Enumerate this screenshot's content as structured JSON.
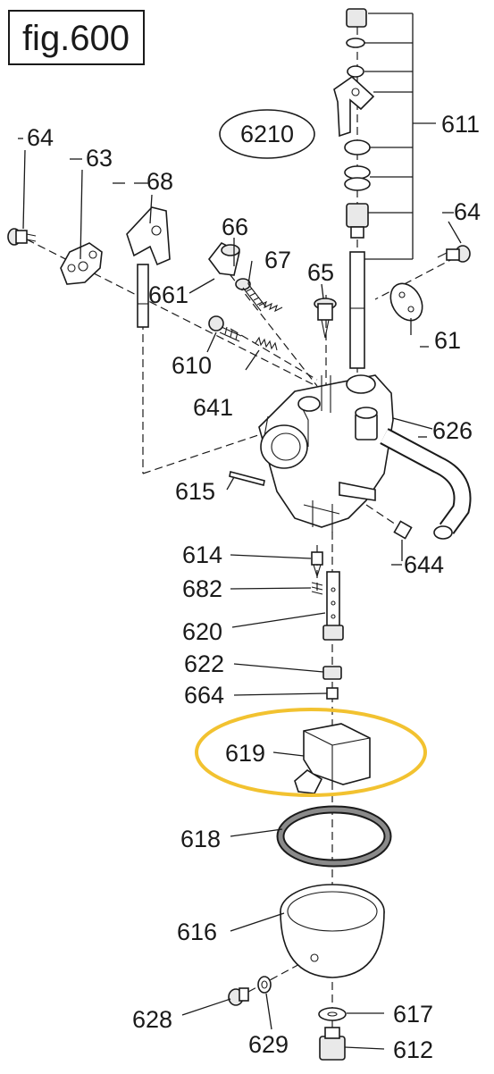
{
  "figure": {
    "title": "fig.600",
    "assembly_number": "6210"
  },
  "callouts": [
    {
      "id": "c64a",
      "text": "64"
    },
    {
      "id": "c63",
      "text": "63"
    },
    {
      "id": "c68",
      "text": "68"
    },
    {
      "id": "c66",
      "text": "66"
    },
    {
      "id": "c67",
      "text": "67"
    },
    {
      "id": "c65",
      "text": "65"
    },
    {
      "id": "c661",
      "text": "661"
    },
    {
      "id": "c610",
      "text": "610"
    },
    {
      "id": "c641",
      "text": "641"
    },
    {
      "id": "c611",
      "text": "611"
    },
    {
      "id": "c64b",
      "text": "64"
    },
    {
      "id": "c61",
      "text": "61"
    },
    {
      "id": "c626",
      "text": "626"
    },
    {
      "id": "c615",
      "text": "615"
    },
    {
      "id": "c644",
      "text": "644"
    },
    {
      "id": "c614",
      "text": "614"
    },
    {
      "id": "c682",
      "text": "682"
    },
    {
      "id": "c620",
      "text": "620"
    },
    {
      "id": "c622",
      "text": "622"
    },
    {
      "id": "c664",
      "text": "664"
    },
    {
      "id": "c619",
      "text": "619"
    },
    {
      "id": "c618",
      "text": "618"
    },
    {
      "id": "c616",
      "text": "616"
    },
    {
      "id": "c628",
      "text": "628"
    },
    {
      "id": "c629",
      "text": "629"
    },
    {
      "id": "c617",
      "text": "617"
    },
    {
      "id": "c612",
      "text": "612"
    }
  ],
  "highlight": {
    "part": "619",
    "color": "#f2c230"
  },
  "colors": {
    "ink": "#1a1a1a",
    "paper": "#ffffff"
  }
}
